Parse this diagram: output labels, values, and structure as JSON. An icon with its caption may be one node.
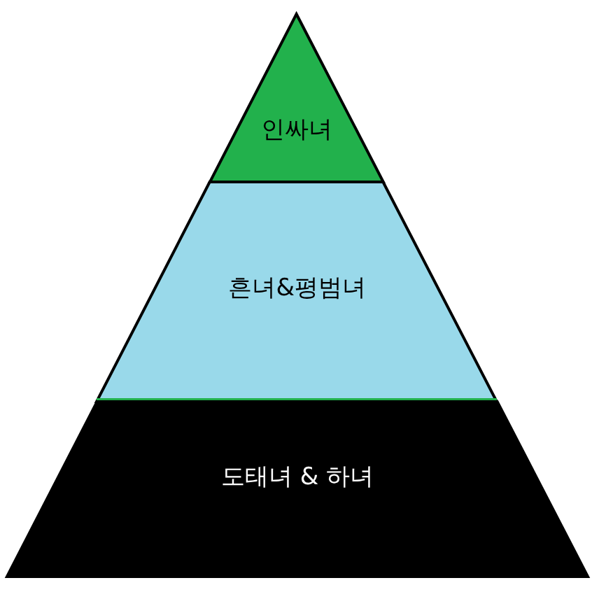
{
  "diagram": {
    "nodes": [
      {
        "text": [
          "인싸녀"
        ]
      },
      {
        "text": [
          "흔녀&평범녀"
        ]
      },
      {
        "text": [
          "도태녀 & 하녀"
        ]
      }
    ]
  }
}
